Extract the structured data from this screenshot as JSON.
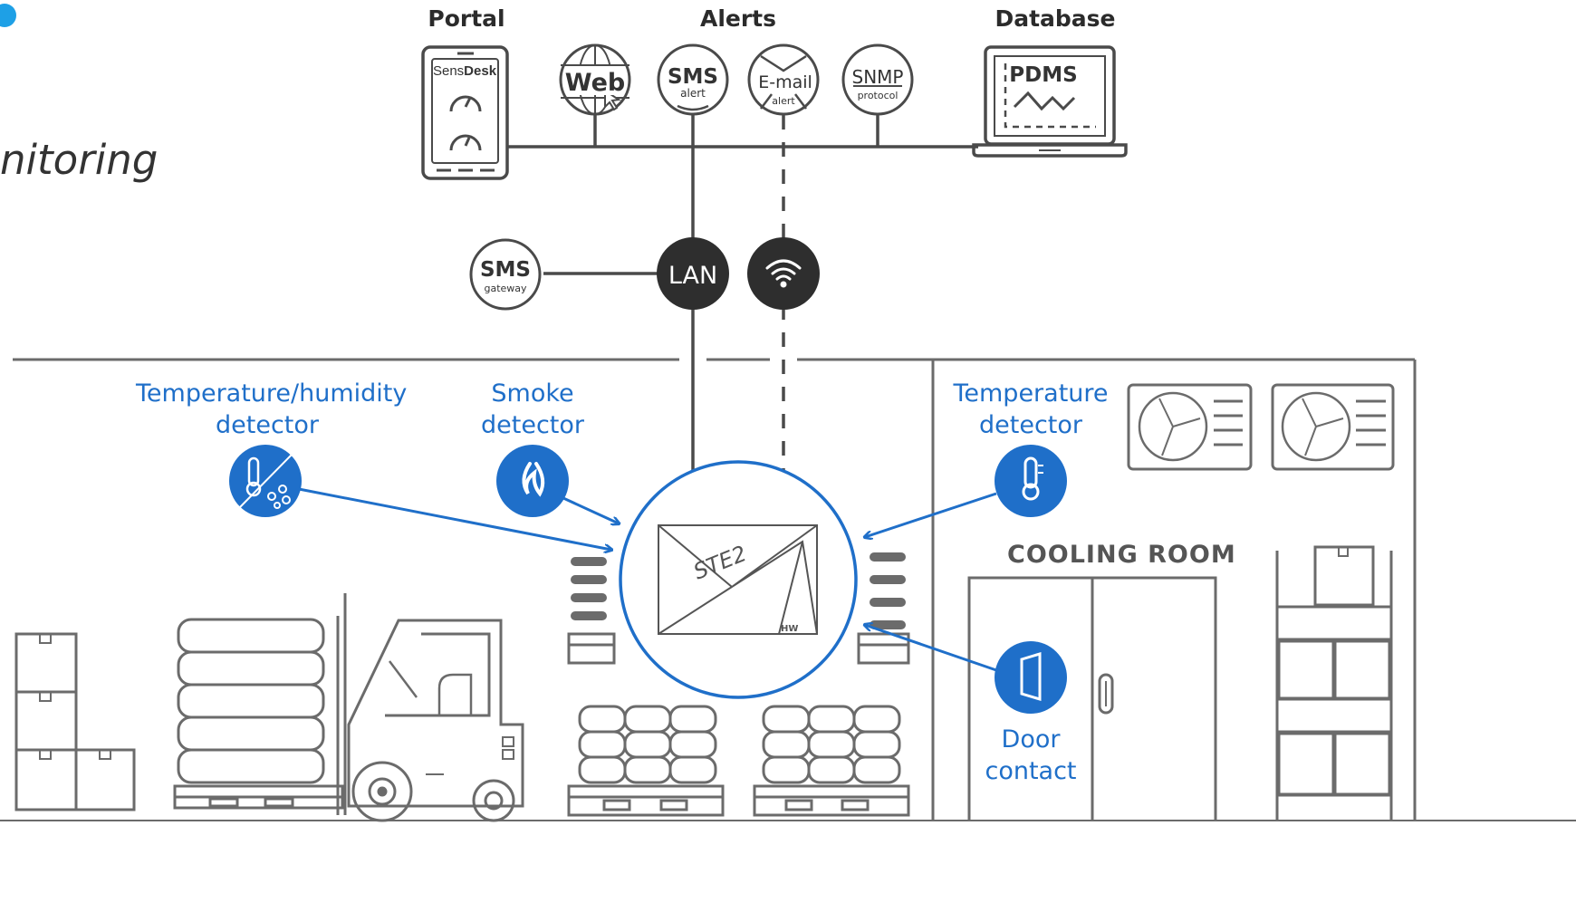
{
  "headers": {
    "portal": "Portal",
    "alerts": "Alerts",
    "database": "Database"
  },
  "subtitle": "nitoring",
  "portal_app": {
    "brand_plain": "Sens",
    "brand_bold": "Desk"
  },
  "alert_icons": {
    "web": "Web",
    "sms": "SMS",
    "sms_sub": "alert",
    "email": "E-mail",
    "email_sub": "alert",
    "snmp": "SNMP",
    "snmp_sub": "protocol"
  },
  "database_screen": "PDMS",
  "network": {
    "lan": "LAN",
    "sms_gateway": "SMS",
    "sms_gateway_sub": "gateway"
  },
  "sensors": {
    "temp_humidity_line1": "Temperature/humidity",
    "temp_humidity_line2": "detector",
    "smoke_line1": "Smoke",
    "smoke_line2": "detector",
    "temperature_line1": "Temperature",
    "temperature_line2": "detector",
    "door_line1": "Door",
    "door_line2": "contact"
  },
  "device": {
    "name": "STE2",
    "vendor": "HW"
  },
  "room": "COOLING ROOM",
  "colors": {
    "accent": "#1f6fc9",
    "line": "#4a4a4a",
    "dark_node": "#2e2e2e"
  },
  "icons": [
    "web-globe-icon",
    "wifi-icon",
    "thermometer-icon",
    "droplets-icon",
    "flame-icon",
    "door-icon",
    "fan-icon",
    "forklift-icon"
  ]
}
